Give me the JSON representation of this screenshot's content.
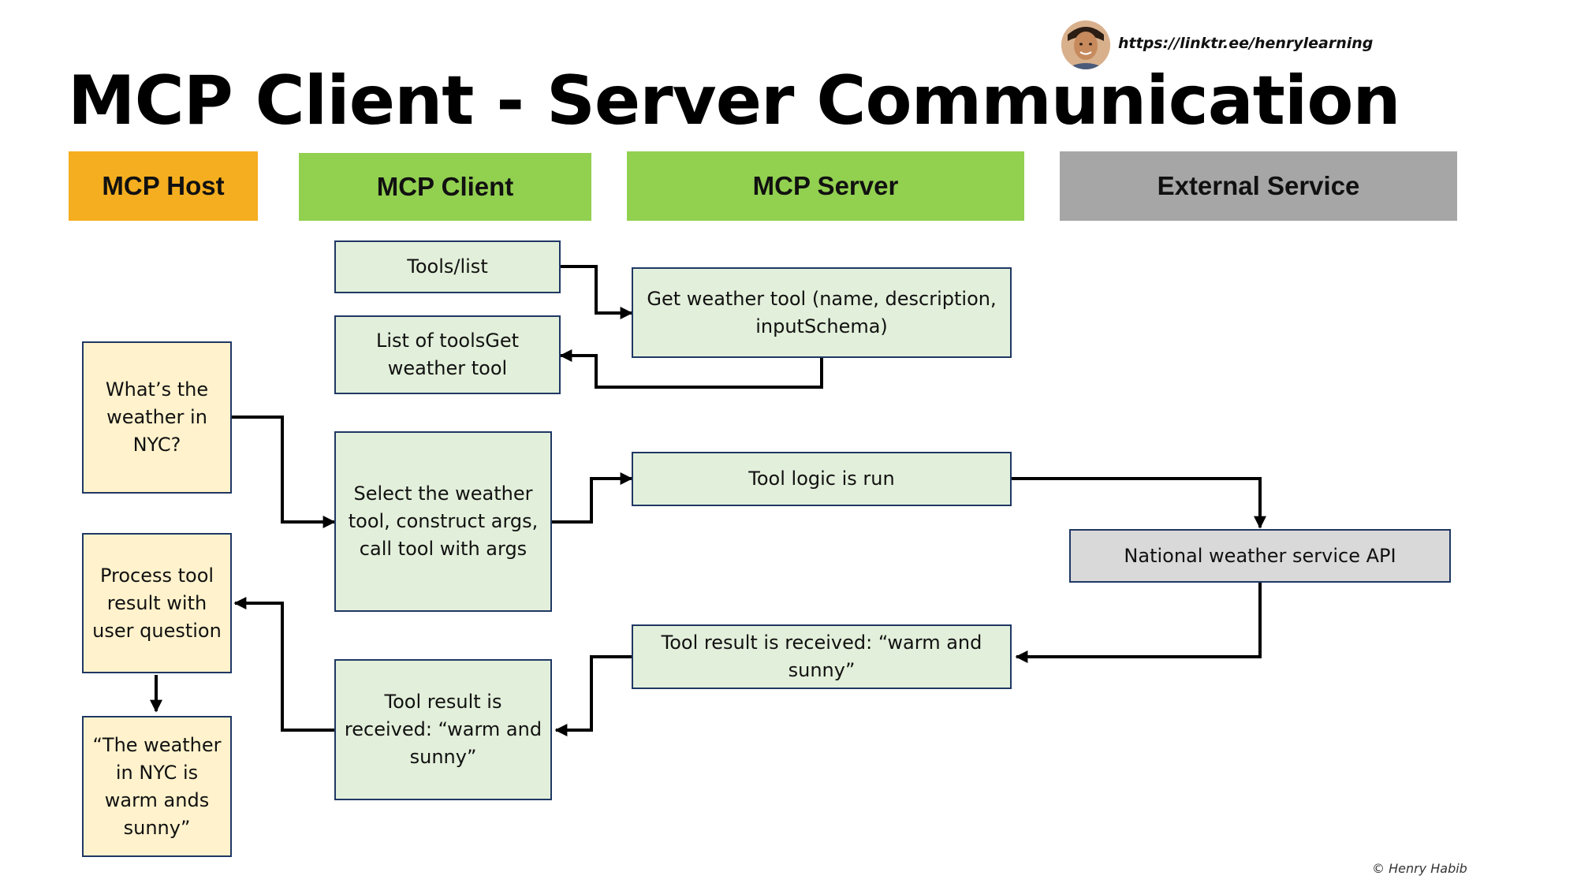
{
  "title": "MCP Client - Server Communication",
  "author_link": "https://linktr.ee/henrylearning",
  "copyright": "© Henry Habib",
  "headers": {
    "host": "MCP Host",
    "client": "MCP Client",
    "server": "MCP Server",
    "external": "External Service"
  },
  "colors": {
    "host_header": "#f5ae1f",
    "client_header": "#92d050",
    "server_header": "#92d050",
    "external_header": "#a6a6a6",
    "green_box": "#e2efda",
    "yellow_box": "#fff2cc",
    "gray_box": "#d9d9d9",
    "box_border": "#1f3864"
  },
  "nodes": {
    "tools_list": "Tools/list",
    "get_weather_tool": "Get weather tool (name, description, inputSchema)",
    "list_of_tools": "List of toolsGet weather tool",
    "user_question": "What’s the weather in NYC?",
    "select_tool": "Select the weather tool, construct args, call tool with args",
    "tool_logic": "Tool logic is run",
    "weather_api": "National weather service API",
    "process_result": "Process tool result with user question",
    "server_result": "Tool result is received: “warm and sunny”",
    "client_result": "Tool result is received: “warm and sunny”",
    "final_answer": "“The weather in NYC is warm ands sunny”"
  }
}
